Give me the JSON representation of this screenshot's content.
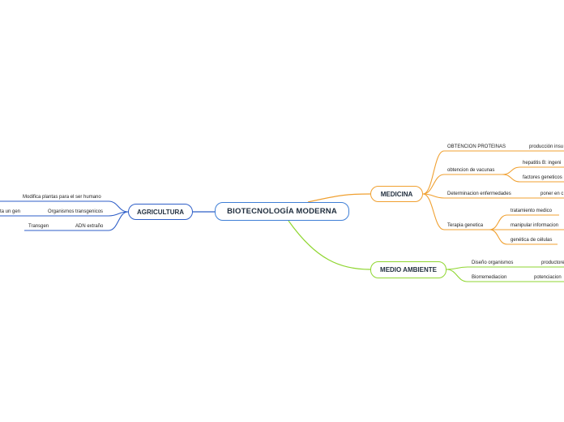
{
  "root": {
    "label": "BIOTECNOLOGÍA MODERNA"
  },
  "colors": {
    "root": "#3f7fd6",
    "medicina": "#f0a030",
    "medio_ambiente": "#8fd630",
    "agricultura": "#2f5fc8"
  },
  "branches": {
    "medicina": {
      "label": "MEDICINA",
      "children": [
        {
          "label": "OBTENCION PROTEINAS",
          "children": [
            "producción insu"
          ]
        },
        {
          "label": "obtencion de vacunas",
          "children": [
            "hepatitis B: ingeni",
            "factores geneticos"
          ]
        },
        {
          "label": "Determinacion enfermedades",
          "children": [
            "poner en c"
          ]
        },
        {
          "label": "Terapia genetica",
          "children": [
            "tratamiento medico",
            "manipular informacion",
            "genética de células"
          ]
        }
      ]
    },
    "medio_ambiente": {
      "label": "MEDIO AMBIENTE",
      "children": [
        {
          "label": "Diseño organismos",
          "children": [
            "productore"
          ]
        },
        {
          "label": "Biorremediacion",
          "children": [
            "potenciacion"
          ]
        }
      ]
    },
    "agricultura": {
      "label": "AGRICULTURA",
      "children": [
        {
          "label": "Modifica plantas para el ser humano",
          "children": []
        },
        {
          "label": "Organismos transgenicos",
          "children": [
            "ta un gen"
          ]
        },
        {
          "label": "ADN extraño",
          "children": [
            "Transgen"
          ]
        }
      ]
    }
  }
}
